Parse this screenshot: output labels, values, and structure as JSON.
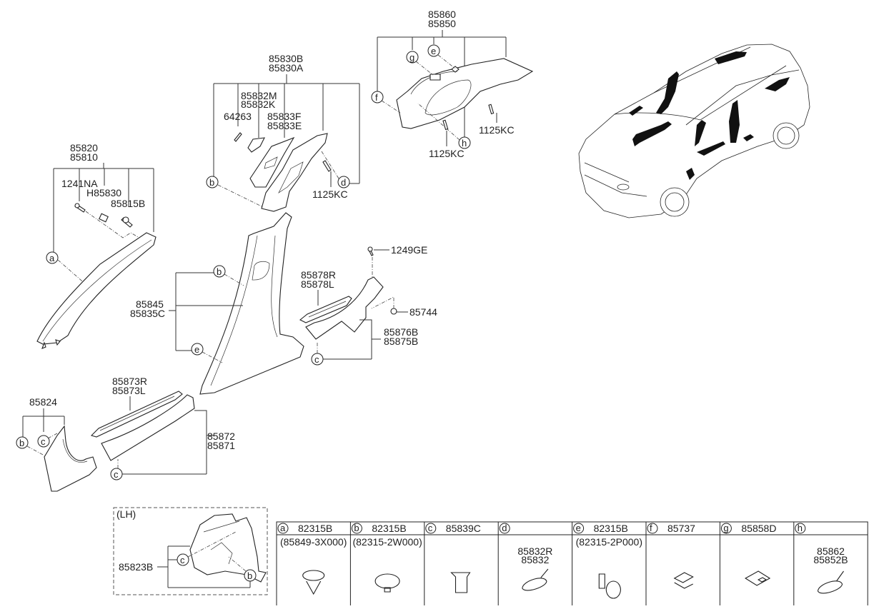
{
  "diagram": {
    "title": "Interior side trim parts diagram",
    "groups": [
      {
        "id": "a-pillar",
        "numbers": [
          "85820",
          "85810"
        ],
        "subparts": [
          "1241NA",
          "H85830",
          "85815B"
        ],
        "clip": "a"
      },
      {
        "id": "b-pillar-upper",
        "numbers": [
          "85830B",
          "85830A"
        ],
        "subparts": [
          "85832M",
          "85832K",
          "64263",
          "85833F",
          "85833E",
          "1125KC"
        ],
        "clips": [
          "b",
          "d"
        ]
      },
      {
        "id": "c-pillar",
        "numbers": [
          "85860",
          "85850"
        ],
        "subparts": [
          "1125KC",
          "1125KC"
        ],
        "clips": [
          "g",
          "e",
          "f",
          "h"
        ]
      },
      {
        "id": "b-pillar-lower",
        "numbers": [
          "85845",
          "85835C"
        ],
        "clips": [
          "b",
          "e"
        ]
      },
      {
        "id": "rear-scuff",
        "numbers": [
          "85878R",
          "85878L",
          "85876B",
          "85875B"
        ],
        "subparts": [
          "1249GE",
          "85744"
        ],
        "clip": "c"
      },
      {
        "id": "front-scuff",
        "numbers": [
          "85873R",
          "85873L",
          "85872",
          "85871"
        ],
        "clip": "c"
      },
      {
        "id": "cowl-side",
        "numbers": [
          "85824"
        ],
        "clips": [
          "b",
          "c"
        ]
      }
    ],
    "labels": {
      "a_pillar_top": "85820",
      "a_pillar_bottom": "85810",
      "p1241na": "1241NA",
      "h85830": "H85830",
      "p85815b": "85815B",
      "bp_top": "85830B",
      "bp_bottom": "85830A",
      "p85832m": "85832M",
      "p85832k": "85832K",
      "p64263": "64263",
      "p85833f": "85833F",
      "p85833e": "85833E",
      "bp_bolt": "1125KC",
      "cp_top": "85860",
      "cp_bottom": "85850",
      "cp_bolt1": "1125KC",
      "cp_bolt2": "1125KC",
      "lower_top": "85845",
      "lower_bottom": "85835C",
      "p1249ge": "1249GE",
      "p85744": "85744",
      "p85878r": "85878R",
      "p85878l": "85878L",
      "p85876b": "85876B",
      "p85875b": "85875B",
      "p85873r": "85873R",
      "p85873l": "85873L",
      "p85872": "85872",
      "p85871": "85871",
      "p85824": "85824"
    },
    "clip_letters": {
      "a": "a",
      "b": "b",
      "c": "c",
      "d": "d",
      "e": "e",
      "f": "f",
      "g": "g",
      "h": "h"
    },
    "lh_inset": {
      "title": "(LH)",
      "part": "85823B",
      "clips": [
        "c",
        "b"
      ]
    }
  },
  "legend_table": {
    "columns": [
      {
        "letter": "a",
        "part": "82315B",
        "ref": "(85849-3X000)",
        "sub": []
      },
      {
        "letter": "b",
        "part": "82315B",
        "ref": "(82315-2W000)",
        "sub": []
      },
      {
        "letter": "c",
        "part": "85839C",
        "ref": "",
        "sub": []
      },
      {
        "letter": "d",
        "part": "",
        "ref": "",
        "sub": [
          "85832R",
          "85832"
        ]
      },
      {
        "letter": "e",
        "part": "82315B",
        "ref": "(82315-2P000)",
        "sub": []
      },
      {
        "letter": "f",
        "part": "85737",
        "ref": "",
        "sub": []
      },
      {
        "letter": "g",
        "part": "85858D",
        "ref": "",
        "sub": []
      },
      {
        "letter": "h",
        "part": "",
        "ref": "",
        "sub": [
          "85862",
          "85852B"
        ]
      }
    ]
  }
}
